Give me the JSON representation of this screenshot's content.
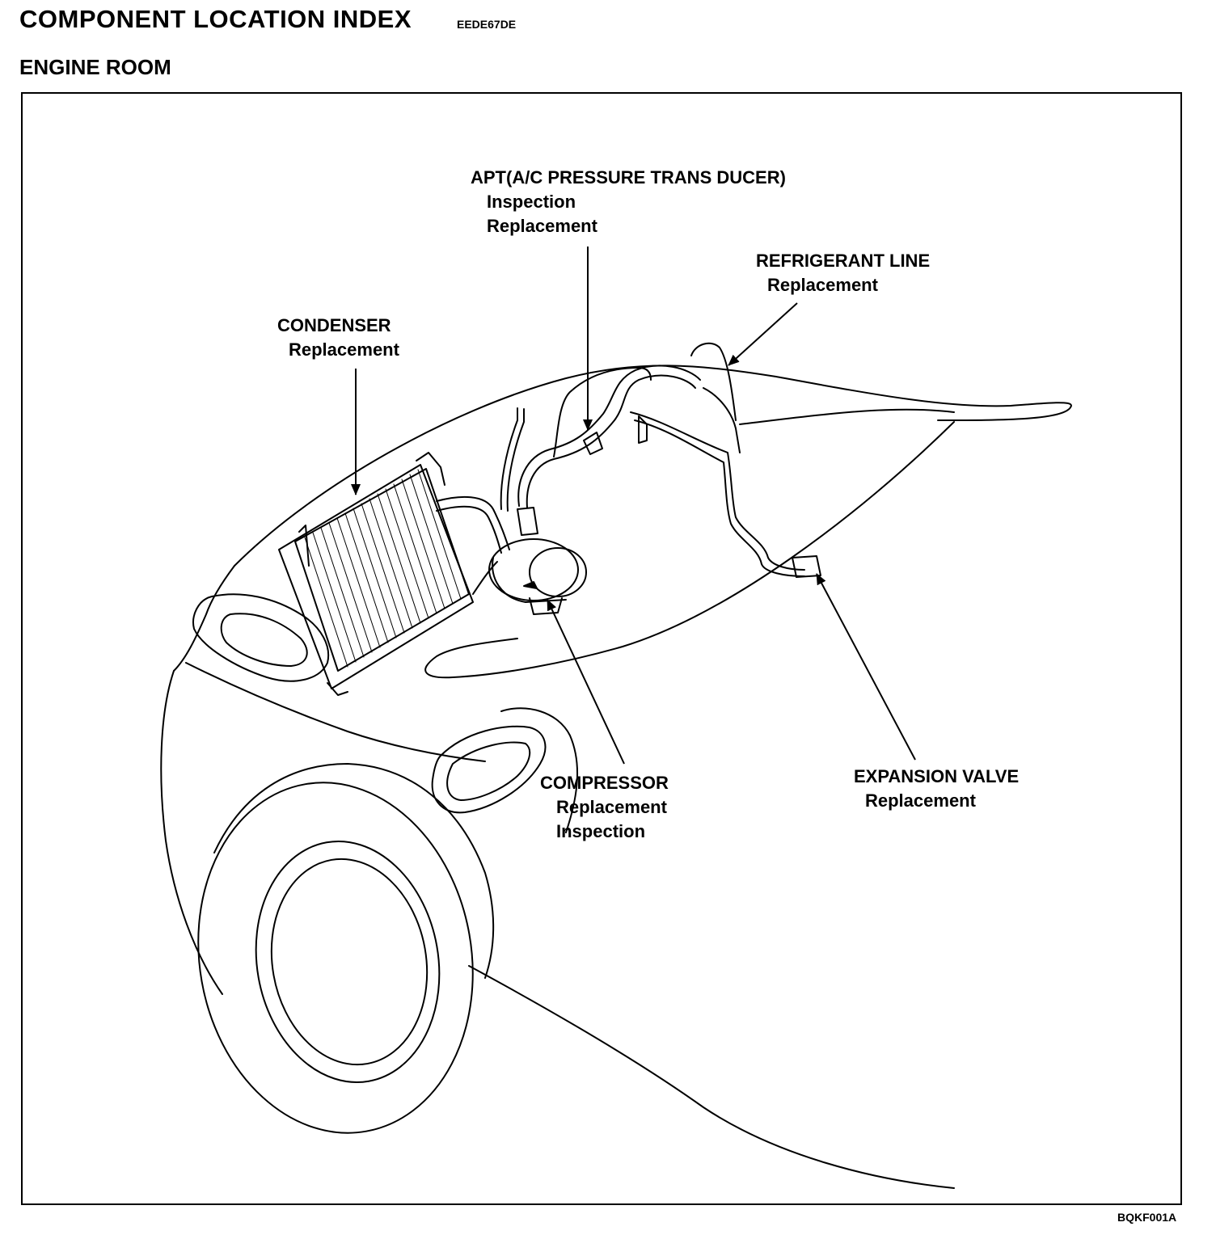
{
  "header": {
    "title": "COMPONENT LOCATION INDEX",
    "code": "EEDE67DE",
    "subtitle": "ENGINE ROOM"
  },
  "figure_id": "BQKF001A",
  "callouts": {
    "apt": {
      "name": "APT(A/C PRESSURE TRANS DUCER)",
      "line1": "Inspection",
      "line2": "Replacement"
    },
    "refrigerant": {
      "name": "REFRIGERANT LINE",
      "line1": "Replacement"
    },
    "condenser": {
      "name": "CONDENSER",
      "line1": "Replacement"
    },
    "compressor": {
      "name": "COMPRESSOR",
      "line1": "Replacement",
      "line2": "Inspection"
    },
    "expansion": {
      "name": "EXPANSION VALVE",
      "line1": "Replacement"
    }
  }
}
